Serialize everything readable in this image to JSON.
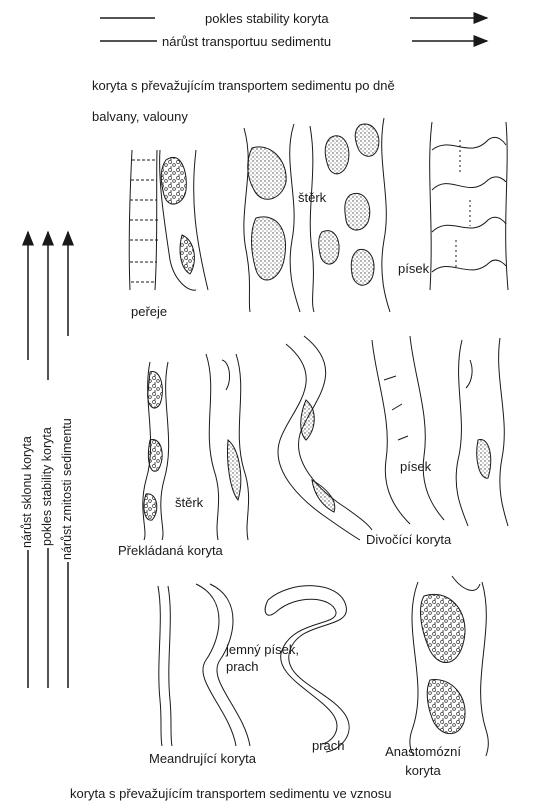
{
  "top_arrows": {
    "line1": "pokles stability koryta",
    "line2": "nárůst transportuu sedimentu"
  },
  "headers": {
    "top": "koryta s převažujícím transportem sedimentu po dně",
    "bottom": "koryta s převažujícím transportem sedimentu ve vznosu"
  },
  "left_axis": {
    "label1": "nárůst sklonu koryta",
    "label2": "pokles stability koryta",
    "label3": "nárůst zmitosti sedimentu"
  },
  "labels": {
    "boulders": "balvany, valouny",
    "rapids": "peřeje",
    "gravel_top": "štěrk",
    "sand_top": "písek",
    "gravel_mid": "štěrk",
    "sand_mid": "písek",
    "transitional": "Překládaná koryta",
    "braided": "Divočící koryta",
    "fine_sand_1": "jemný písek,",
    "fine_sand_2": "prach",
    "silt": "prach",
    "meandering": "Meandrující koryta",
    "anastomosing_1": "Anastomózní",
    "anastomosing_2": "koryta"
  },
  "colors": {
    "ink": "#1a1a1a",
    "fill": "#555555"
  }
}
